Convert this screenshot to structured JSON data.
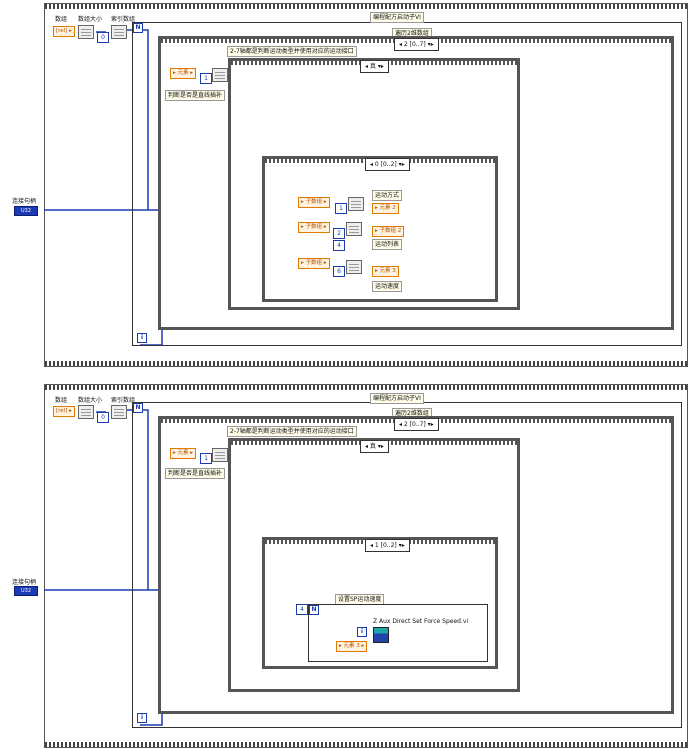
{
  "top": {
    "array_label": "数组",
    "array_size_label": "数组大小",
    "index_array_label": "索引数组",
    "array_const": "[rel] ▸",
    "zero_const": "0",
    "n_terminal": "N",
    "i_terminal": "i",
    "conn_label": "连接句柄",
    "conn_ctrl": "U32",
    "main_title": "编程配方启动子VI",
    "loop_title": "遍历2维数组",
    "case_outer_selector": "◂ 2 [0..7] ▾▸",
    "section_label": "2-7轴都是判断运动类型并使用对应的运动接口",
    "true_selector": "◂ 真 ▾▸",
    "elem_const": "▸ 元素 ▸",
    "one_const": "1",
    "check_label": "判断是否是直线插补",
    "inner_selector": "◂ 0 [0..2] ▾▸",
    "sub_const": "▸ 子数组 ▸",
    "motion_mode_label": "运动方式",
    "elem2_out": "▸ 元素 2",
    "subarray2_out": "▸ 子数组 2",
    "motion_list_label": "运动列表",
    "elem3_out": "▸ 元素 3",
    "motion_speed_label": "运动速度",
    "const_1": "1",
    "const_2": "2",
    "const_4": "4",
    "const_6": "6"
  },
  "bottom": {
    "array_label": "数组",
    "array_size_label": "数组大小",
    "index_array_label": "索引数组",
    "array_const": "[rel] ▸",
    "zero_const": "0",
    "n_terminal": "N",
    "i_terminal": "i",
    "conn_label": "连接句柄",
    "conn_ctrl": "U32",
    "main_title": "编程配方启动子VI",
    "loop_title": "遍历2维数组",
    "case_outer_selector": "◂ 2 [0..7] ▾▸",
    "section_label": "2-7轴都是判断运动类型并使用对应的运动接口",
    "true_selector": "◂ 真 ▾▸",
    "elem_const": "▸ 元素 ▸",
    "one_const": "1",
    "check_label": "判断是否是直线插补",
    "inner_selector": "◂ 1 [0..2] ▾▸",
    "inner_label": "设置SP运动速度",
    "n_const": "4",
    "vi_name": "Z Aux Direct Set Force Speed.vi",
    "elem3_const": "▸ 元素 3 ▸",
    "i_inner": "i"
  },
  "colors": {
    "wire_blue": "#1a3bb3",
    "const_orange": "#e07a00",
    "label_bg": "#fffde8"
  }
}
